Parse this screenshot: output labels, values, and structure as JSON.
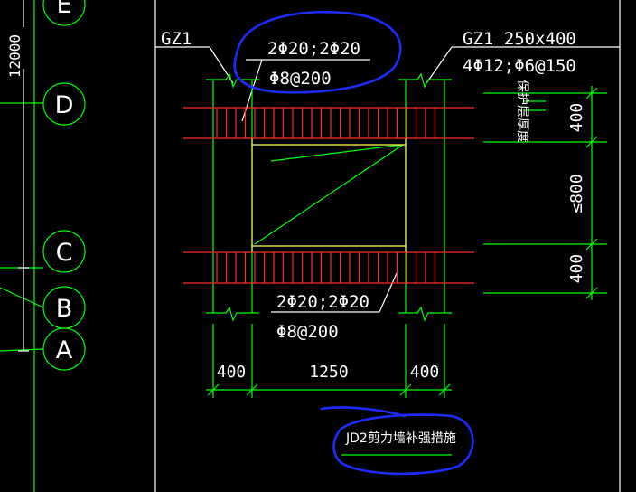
{
  "colors": {
    "background": "#000000",
    "frame_line": "#ffffff",
    "structure_line": "#00ff00",
    "rebar_red": "#ff2a2a",
    "opening_yellow": "#ffff60",
    "markup_blue": "#1c2cff",
    "text": "#ffffff"
  },
  "grid_axes": {
    "labels": [
      "E",
      "D",
      "C",
      "B",
      "A"
    ],
    "span_label": "12000"
  },
  "labels": {
    "left_column_tag": "GZ1",
    "right_column_tag": "GZ1 250x400",
    "right_column_rebar": "4Φ12;Φ6@150",
    "top_beam_rebar": "2Φ20;2Φ20",
    "top_beam_stirrup": "Φ8@200",
    "bottom_beam_rebar": "2Φ20;2Φ20",
    "bottom_beam_stirrup": "Φ8@200",
    "protective_layer_note": "保护层厚度",
    "title": "JD2剪力墙补强措施"
  },
  "dimensions": {
    "bottom": [
      "400",
      "1250",
      "400"
    ],
    "right": [
      "400",
      "≤800",
      "400"
    ]
  },
  "icons": {
    "break_line": "break-line-icon",
    "axis_bubble": "axis-bubble-icon",
    "markup_circle": "blue-markup-circle-icon"
  }
}
